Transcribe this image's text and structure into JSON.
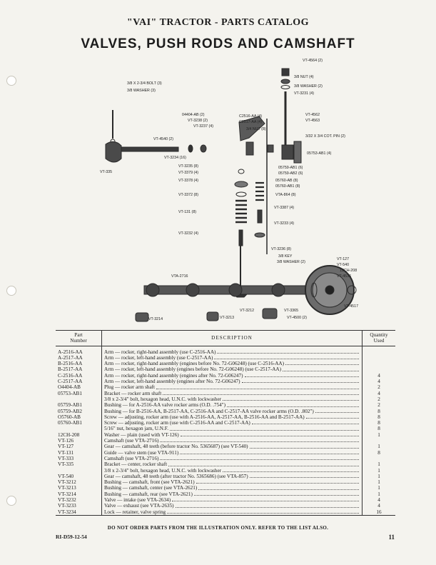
{
  "header": {
    "title": "\"VAI\" TRACTOR - PARTS CATALOG",
    "subtitle": "VALVES, PUSH RODS AND CAMSHAFT"
  },
  "illustration": {
    "callouts": [
      "VT-4564 (2)",
      "3/8 NUT (4)",
      "3/8 WASHER (2)",
      "VT-3231 (4)",
      "3/8 X 2-3/4 BOLT (3)",
      "3/8 WASHER (3)",
      "04404-AB (2)",
      "VT-3238 (2)",
      "VT-3237 (4)",
      "C2516-AA (4)",
      "C2517-AA (4)",
      "3/4 NUT (8)",
      "VT-4562",
      "VT-4563",
      "3/32 X 3/4 COT. PIN (2)",
      "VT-4540 (2)",
      "VT-335",
      "VT-3234 (16)",
      "05753-AB1 (4)",
      "VT-3235 (8)",
      "VT-3379 (4)",
      "VT-3378 (4)",
      "05759-AB1 (6)",
      "05759-AB2 (6)",
      "05760-AB (8)",
      "05760-AB1 (8)",
      "VTA-864 (8)",
      "VT-3372 (8)",
      "VT-131 (8)",
      "VT-3387 (4)",
      "VT-3233 (4)",
      "VT-3232 (4)",
      "VT-3236 (8)",
      "3/8 KEY",
      "3/8 WASHER (2)",
      "VT-127",
      "VT-540",
      "12CH-208",
      "VT-4536",
      "VTA-2716",
      "VT-4517",
      "VT-3214",
      "VT-3212",
      "VT-3213",
      "VT-3365",
      "VT-4500 (2)"
    ]
  },
  "table": {
    "headers": {
      "part_line1": "Part",
      "part_line2": "Number",
      "description": "DESCRIPTION",
      "qty_line1": "Quantity",
      "qty_line2": "Used"
    },
    "rows": [
      {
        "part": "A-2516-AA",
        "desc": "Arm — rocker, right-hand assembly (use C-2516-AA)",
        "qty": ""
      },
      {
        "part": "A-2517-AA",
        "desc": "Arm — rocker, left-hand assembly (use C-2517-AA)",
        "qty": ""
      },
      {
        "part": "B-2516-AA",
        "desc": "Arm — rocker, right-hand assembly (engines before No. 72-G06248) (use C-2516-AA)",
        "qty": ""
      },
      {
        "part": "B-2517-AA",
        "desc": "Arm — rocker, left-hand assembly (engines before No. 72-G06248) (use C-2517-AA)",
        "qty": ""
      },
      {
        "part": "C-2516-AA",
        "desc": "Arm — rocker, right-hand assembly (engines after No. 72-G06247)",
        "qty": "4"
      },
      {
        "part": "C-2517-AA",
        "desc": "Arm — rocker, left-hand assembly (engines after No. 72-G06247)",
        "qty": "4"
      },
      {
        "part": "O4404-AB",
        "desc": "Plug — rocker arm shaft",
        "qty": "2"
      },
      {
        "part": "05753-AB1",
        "desc": "Bracket — rocker arm shaft",
        "qty": "4"
      },
      {
        "part": "",
        "desc": "3/8 x 2-3/4\" bolt, hexagon head, U.N.C. with lockwasher",
        "qty": "2"
      },
      {
        "part": "05759-AB1",
        "desc": "Bushing — for A-2516-AA valve rocker arms (O.D. .754\")",
        "qty": "2"
      },
      {
        "part": "05759-AB2",
        "desc": "Bushing — for B-2516-AA, B-2517-AA, C-2516-AA and C-2517-AA valve rocker arms (O.D. .802\")",
        "qty": "8"
      },
      {
        "part": "O5760-AB",
        "desc": "Screw — adjusting, rocker arm (use with A-2516-AA, A-2517-AA, B-2516-AA and B-2517-AA)",
        "qty": "8"
      },
      {
        "part": "05760-AB1",
        "desc": "Screw — adjusting, rocker arm (use with C-2516-AA and C-2517-AA)",
        "qty": "8"
      },
      {
        "part": "",
        "desc": "5/16\" nut, hexagon jam, U.N.F.",
        "qty": "8"
      },
      {
        "part": "12CH-208",
        "desc": "Washer — plain (used with VT-126)",
        "qty": "1"
      },
      {
        "part": "VT-126",
        "desc": "Camshaft (use VTA-2716)",
        "qty": ""
      },
      {
        "part": "VT-127",
        "desc": "Gear — camshaft, 48 teeth (before tractor No. 5365687) (see VT-540)",
        "qty": "1"
      },
      {
        "part": "VT-131",
        "desc": "Guide — valve stem (use VTA-911)",
        "qty": "8"
      },
      {
        "part": "VT-333",
        "desc": "Camshaft (use VTA-2716)",
        "qty": ""
      },
      {
        "part": "VT-335",
        "desc": "Bracket — center, rocker shaft",
        "qty": "1"
      },
      {
        "part": "",
        "desc": "3/8 x 2-3/4\" bolt, hexagon head, U.N.C. with lockwasher",
        "qty": "1"
      },
      {
        "part": "VT-540",
        "desc": "Gear — camshaft, 48 teeth (after tractor No. 5365686) (see VTA-857)",
        "qty": "1"
      },
      {
        "part": "VT-3212",
        "desc": "Bushing — camshaft, front (see VTA-2621)",
        "qty": "1"
      },
      {
        "part": "VT-3213",
        "desc": "Bushing — camshaft, center (see VTA-2621)",
        "qty": "1"
      },
      {
        "part": "VT-3214",
        "desc": "Bushing — camshaft, rear (see VTA-2621)",
        "qty": "1"
      },
      {
        "part": "VT-3232",
        "desc": "Valve — intake (see VTA-2634)",
        "qty": "4"
      },
      {
        "part": "VT-3233",
        "desc": "Valve — exhaust (see VTA-2635)",
        "qty": "4"
      },
      {
        "part": "VT-3234",
        "desc": "Lock — retainer, valve spring",
        "qty": "16"
      }
    ]
  },
  "footer": {
    "notice": "DO NOT ORDER PARTS FROM THE ILLUSTRATION ONLY. REFER TO THE LIST ALSO.",
    "code": "RI-D59-12-54",
    "page": "11"
  }
}
